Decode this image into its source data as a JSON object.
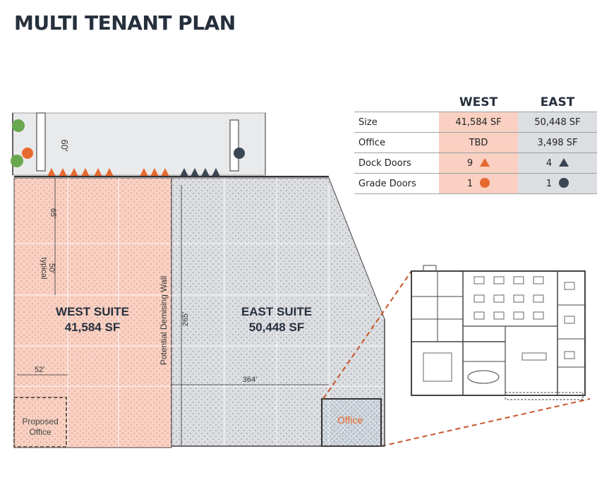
{
  "page": {
    "title": "MULTI TENANT PLAN"
  },
  "plan": {
    "dim_60": "60'",
    "dim_65": "65'",
    "dim_50": "50'",
    "dim_typical": "typical",
    "dim_52": "52'",
    "dim_265": "265'",
    "dim_364": "364'",
    "demising_wall": "Potential Demising Wall",
    "west_suite_name": "WEST SUITE",
    "west_suite_area": "41,584 SF",
    "east_suite_name": "EAST SUITE",
    "east_suite_area": "50,448 SF",
    "proposed_office_1": "Proposed",
    "proposed_office_2": "Office",
    "office_label": "Office"
  },
  "summary": {
    "headers": {
      "west": "WEST",
      "east": "EAST"
    },
    "rows": [
      {
        "label": "Size",
        "west": "41,584 SF",
        "east": "50,448 SF"
      },
      {
        "label": "Office",
        "west": "TBD",
        "east": "3,498 SF"
      },
      {
        "label": "Dock Doors",
        "west": "9",
        "east": "4"
      },
      {
        "label": "Grade Doors",
        "west": "1",
        "east": "1"
      }
    ]
  },
  "colors": {
    "west": "#f9d0c2",
    "east": "#dcdee1",
    "accent_orange": "#e8692f",
    "accent_dark": "#3b4654"
  }
}
